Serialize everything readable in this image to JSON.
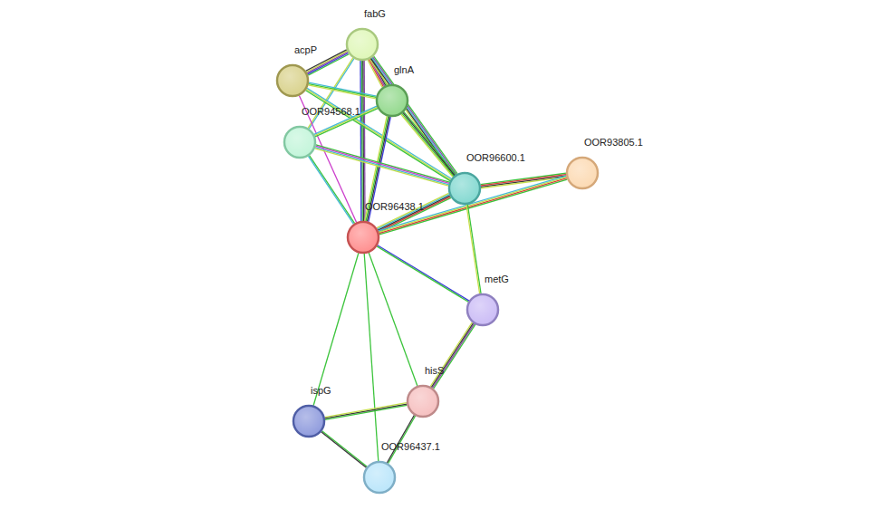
{
  "diagram": {
    "nodes": [
      {
        "text": [
          "fabG"
        ]
      },
      {
        "text": [
          "acpP"
        ]
      },
      {
        "text": [
          "glnA"
        ]
      },
      {
        "text": [
          "OOR94568.1"
        ]
      },
      {
        "text": [
          "OOR96600.1"
        ]
      },
      {
        "text": [
          "OOR93805.1"
        ]
      },
      {
        "text": [
          "OOR96438.1"
        ]
      },
      {
        "text": [
          "metG"
        ]
      },
      {
        "text": [
          "hisS"
        ]
      },
      {
        "text": [
          "ispG"
        ]
      },
      {
        "text": [
          "OOR96437.1"
        ]
      }
    ],
    "edges": [
      {
        "from": 0,
        "to": 1,
        "arrow": "none"
      },
      {
        "from": 0,
        "to": 2,
        "arrow": "none"
      },
      {
        "from": 0,
        "to": 3,
        "arrow": "none"
      },
      {
        "from": 0,
        "to": 4,
        "arrow": "none"
      },
      {
        "from": 0,
        "to": 6,
        "arrow": "none"
      },
      {
        "from": 1,
        "to": 2,
        "arrow": "none"
      },
      {
        "from": 1,
        "to": 4,
        "arrow": "none"
      },
      {
        "from": 1,
        "to": 6,
        "arrow": "none"
      },
      {
        "from": 2,
        "to": 3,
        "arrow": "none"
      },
      {
        "from": 2,
        "to": 4,
        "arrow": "none"
      },
      {
        "from": 2,
        "to": 6,
        "arrow": "none"
      },
      {
        "from": 3,
        "to": 4,
        "arrow": "none"
      },
      {
        "from": 3,
        "to": 6,
        "arrow": "none"
      },
      {
        "from": 4,
        "to": 5,
        "arrow": "none"
      },
      {
        "from": 4,
        "to": 6,
        "arrow": "none"
      },
      {
        "from": 5,
        "to": 6,
        "arrow": "none"
      },
      {
        "from": 4,
        "to": 7,
        "arrow": "none"
      },
      {
        "from": 6,
        "to": 7,
        "arrow": "none"
      },
      {
        "from": 6,
        "to": 8,
        "arrow": "none"
      },
      {
        "from": 6,
        "to": 9,
        "arrow": "none"
      },
      {
        "from": 6,
        "to": 10,
        "arrow": "none"
      },
      {
        "from": 7,
        "to": 8,
        "arrow": "none"
      },
      {
        "from": 8,
        "to": 9,
        "arrow": "none"
      },
      {
        "from": 8,
        "to": 10,
        "arrow": "none"
      },
      {
        "from": 9,
        "to": 10,
        "arrow": "none"
      }
    ]
  }
}
